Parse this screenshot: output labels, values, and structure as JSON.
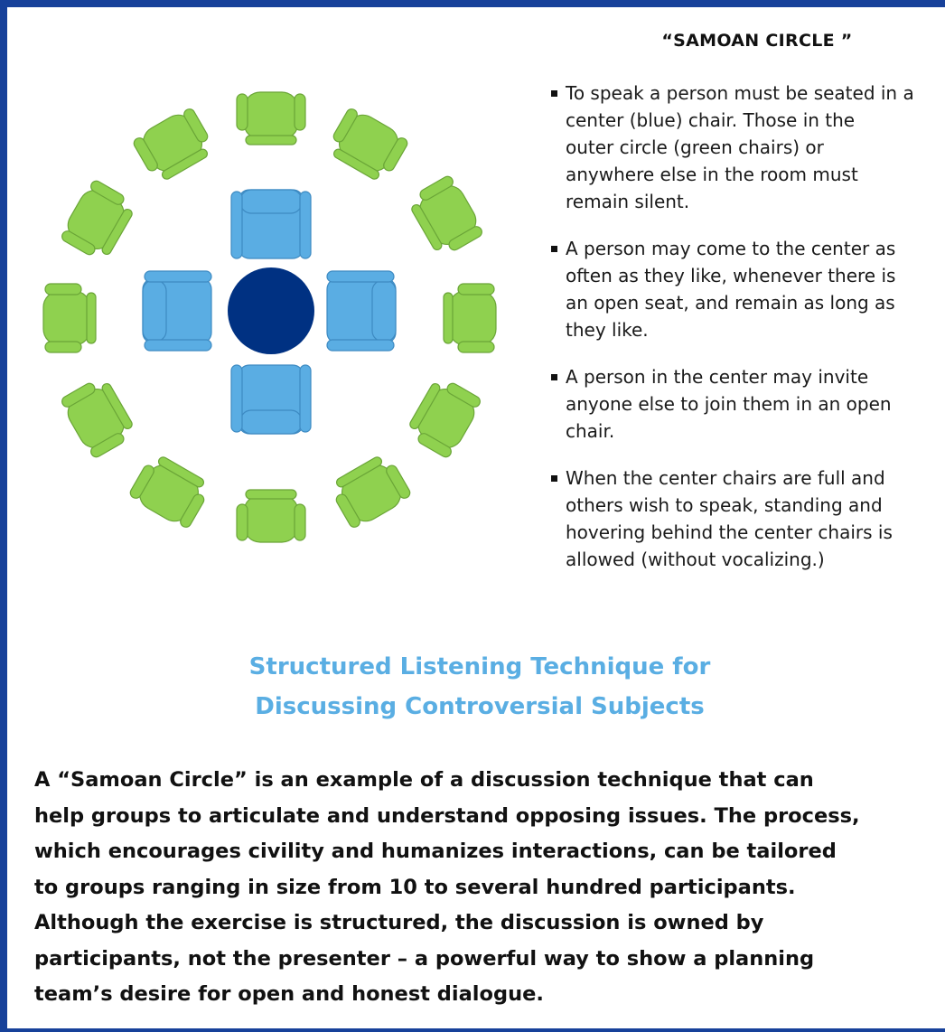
{
  "diagram": {
    "table_color": "#003182",
    "center_chair_color": "#5aade3",
    "outer_chair_color": "#8fd14f",
    "center_chairs": [
      "top",
      "right",
      "bottom",
      "left"
    ],
    "outer_chair_count": 12
  },
  "heading": "“SAMOAN CIRCLE ”",
  "rules": [
    "To speak a person must be seated in a\ncenter (blue) chair.  Those in the\nouter circle (green chairs) or\nanywhere else in the room must\nremain silent.",
    "A person may come to the center as\noften as they like, whenever there is\nan open seat, and remain as long as\nthey like.",
    "A person in the center may invite\nanyone else to join them in an open\nchair.",
    "When the center chairs are full and\nothers wish to speak, standing and\nhovering behind the center chairs is\nallowed (without vocalizing.)"
  ],
  "subtitle": {
    "line1": "Structured Listening Technique for",
    "line2": "Discussing Controversial Subjects",
    "color": "#5aaee3"
  },
  "summary": "A “Samoan Circle” is an example of a discussion technique that can\nhelp groups to articulate and understand opposing issues. The process,\nwhich encourages civility and humanizes interactions, can be tailored\nto groups ranging in size from 10 to several hundred participants.\nAlthough the exercise is structured, the discussion is owned by\nparticipants, not the presenter – a powerful way to show a planning\nteam’s desire for open and honest dialogue."
}
